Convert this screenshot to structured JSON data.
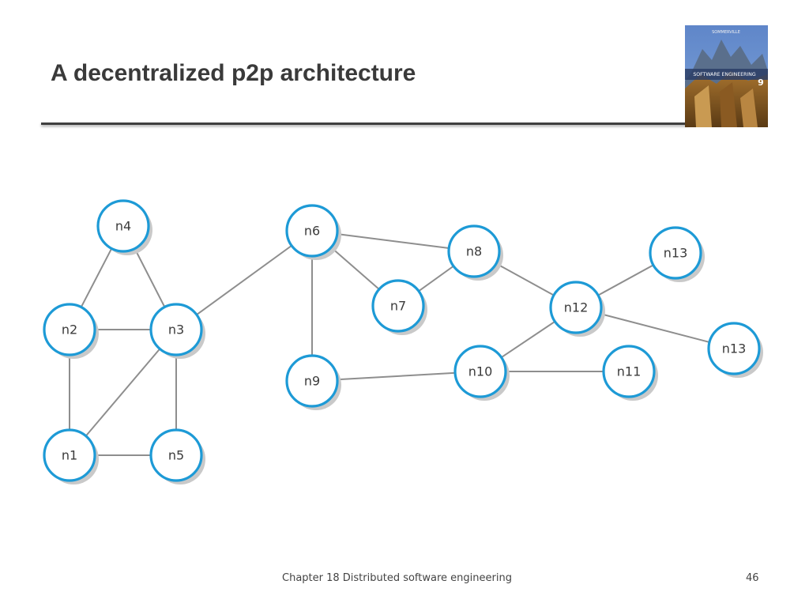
{
  "slide": {
    "title": "A decentralized p2p architecture",
    "footer": "Chapter 18 Distributed software engineering",
    "page_number": "46"
  },
  "book_cover": {
    "label": "SOFTWARE ENGINEERING",
    "edition": "9",
    "author": "SOMMERVILLE"
  },
  "diagram": {
    "accent_color": "#1d9ad6",
    "nodes": [
      {
        "id": "n1",
        "label": "n1"
      },
      {
        "id": "n2",
        "label": "n2"
      },
      {
        "id": "n3",
        "label": "n3"
      },
      {
        "id": "n4",
        "label": "n4"
      },
      {
        "id": "n5",
        "label": "n5"
      },
      {
        "id": "n6",
        "label": "n6"
      },
      {
        "id": "n7",
        "label": "n7"
      },
      {
        "id": "n8",
        "label": "n8"
      },
      {
        "id": "n9",
        "label": "n9"
      },
      {
        "id": "n10",
        "label": "n10"
      },
      {
        "id": "n11",
        "label": "n11"
      },
      {
        "id": "n12",
        "label": "n12"
      },
      {
        "id": "n13a",
        "label": "n13"
      },
      {
        "id": "n13b",
        "label": "n13"
      }
    ],
    "edges": [
      [
        "n4",
        "n2"
      ],
      [
        "n4",
        "n3"
      ],
      [
        "n2",
        "n3"
      ],
      [
        "n2",
        "n1"
      ],
      [
        "n3",
        "n1"
      ],
      [
        "n3",
        "n5"
      ],
      [
        "n1",
        "n5"
      ],
      [
        "n3",
        "n6"
      ],
      [
        "n6",
        "n8"
      ],
      [
        "n6",
        "n7"
      ],
      [
        "n6",
        "n9"
      ],
      [
        "n7",
        "n8"
      ],
      [
        "n8",
        "n12"
      ],
      [
        "n12",
        "n13a"
      ],
      [
        "n12",
        "n13b"
      ],
      [
        "n12",
        "n10"
      ],
      [
        "n9",
        "n10"
      ],
      [
        "n10",
        "n11"
      ]
    ]
  }
}
